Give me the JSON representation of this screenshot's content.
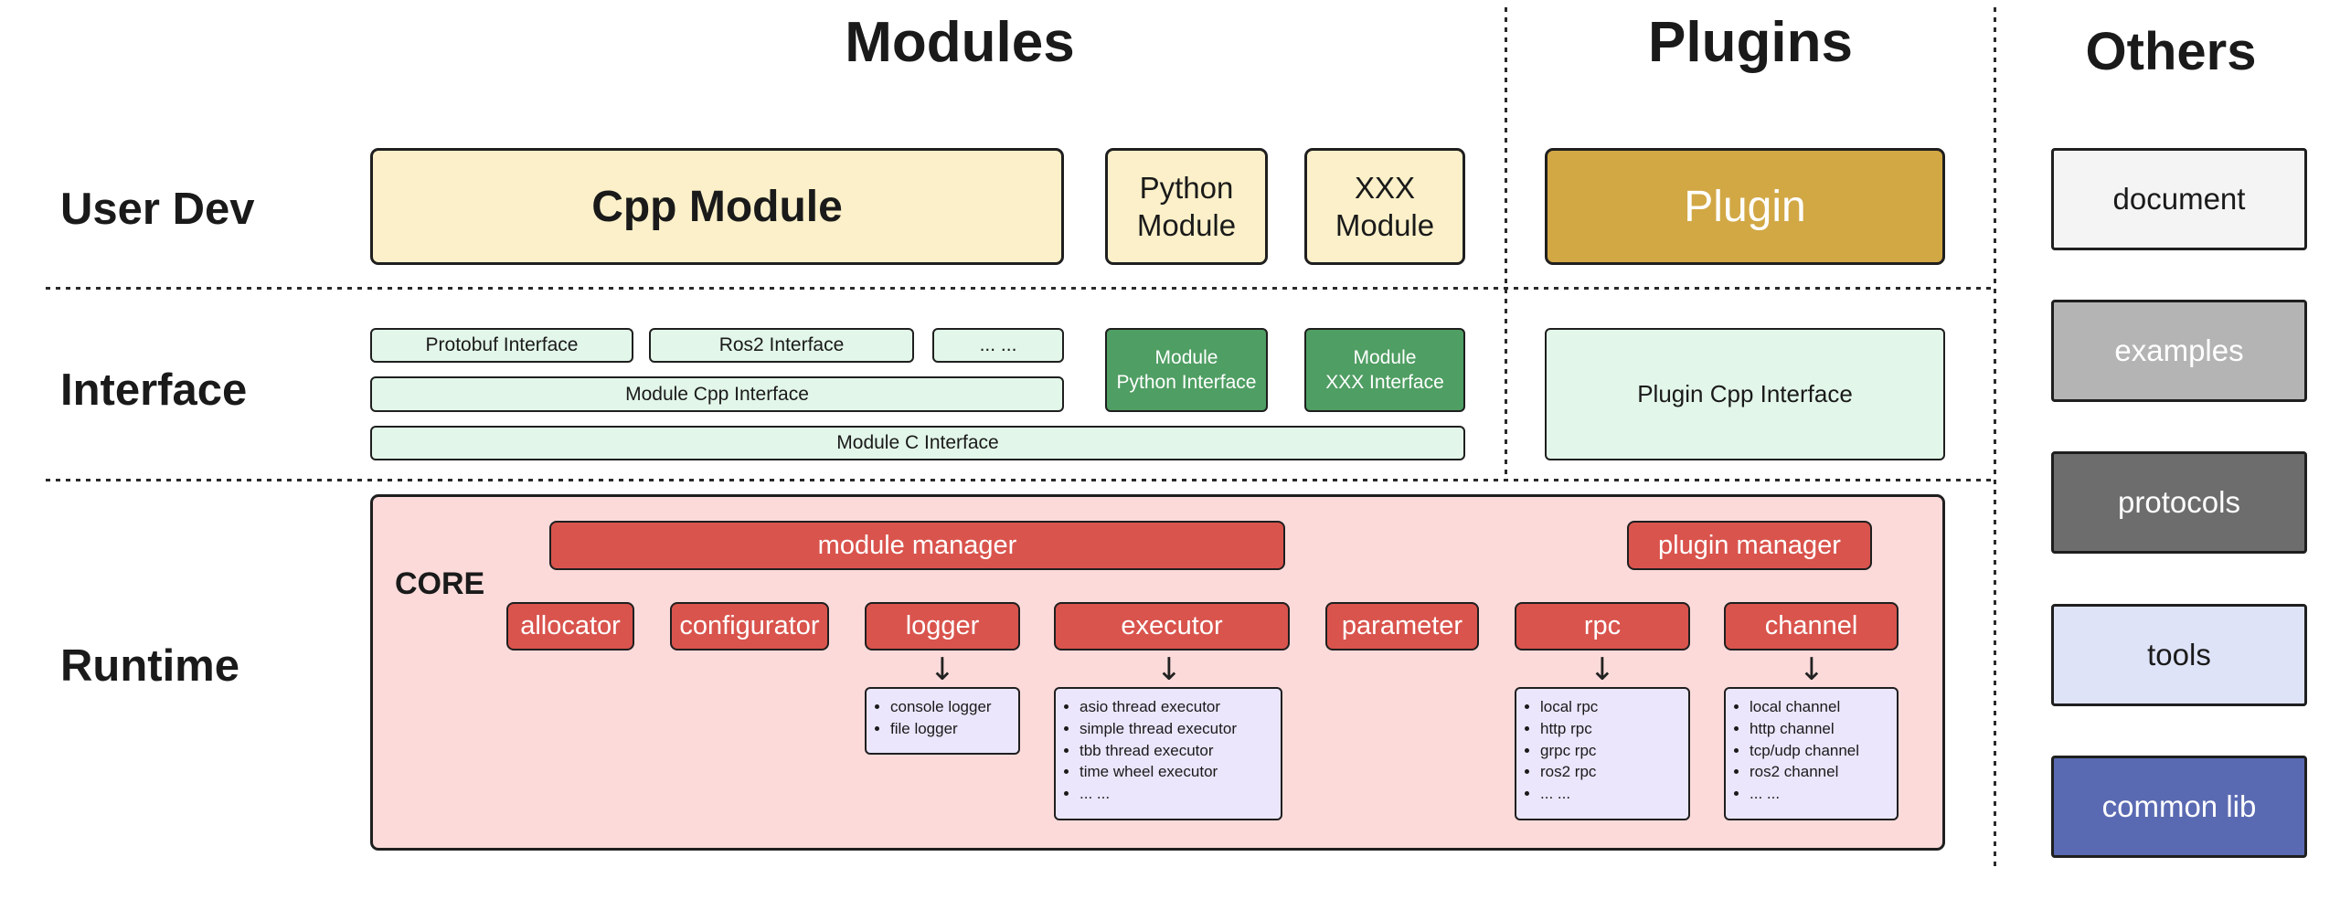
{
  "headers": {
    "modules": "Modules",
    "plugins": "Plugins",
    "others": "Others"
  },
  "rows": {
    "user_dev": "User Dev",
    "interface": "Interface",
    "runtime": "Runtime"
  },
  "modules": {
    "cpp": "Cpp Module",
    "python": "Python\nModule",
    "xxx": "XXX\nModule"
  },
  "plugins": {
    "plugin": "Plugin"
  },
  "interface": {
    "protobuf": "Protobuf Interface",
    "ros2": "Ros2 Interface",
    "dots": "... ...",
    "module_cpp": "Module Cpp Interface",
    "module_c": "Module C Interface",
    "module_python": "Module\nPython Interface",
    "module_xxx": "Module\nXXX Interface",
    "plugin_cpp": "Plugin Cpp Interface"
  },
  "runtime": {
    "core_label": "CORE",
    "module_manager": "module manager",
    "plugin_manager": "plugin manager",
    "components": [
      "allocator",
      "configurator",
      "logger",
      "executor",
      "parameter",
      "rpc",
      "channel"
    ],
    "logger_items": [
      "console logger",
      "file logger"
    ],
    "executor_items": [
      "asio thread executor",
      "simple thread executor",
      "tbb thread executor",
      "time wheel executor",
      "... ..."
    ],
    "rpc_items": [
      "local rpc",
      "http rpc",
      "grpc rpc",
      "ros2 rpc",
      "... ..."
    ],
    "channel_items": [
      "local channel",
      "http channel",
      "tcp/udp channel",
      "ros2 channel",
      "... ..."
    ]
  },
  "others": {
    "items": [
      {
        "label": "document",
        "bg": "#f4f4f4",
        "fg": "#1a1a1a"
      },
      {
        "label": "examples",
        "bg": "#b4b4b4",
        "fg": "#ffffff"
      },
      {
        "label": "protocols",
        "bg": "#6d6d6d",
        "fg": "#ffffff"
      },
      {
        "label": "tools",
        "bg": "#dee3f8",
        "fg": "#1a1a1a"
      },
      {
        "label": "common lib",
        "bg": "#5a6ab2",
        "fg": "#ffffff"
      }
    ]
  },
  "icons": {
    "down_arrow": "↓"
  },
  "colors": {
    "module_box": "#fbf0c9",
    "plugin_box": "#d2a845",
    "interface_light": "#e2f6e9",
    "interface_dark": "#4f9e63",
    "core_bg": "#fcdada",
    "component_red": "#d9544d",
    "detail_bg": "#ebe6fc",
    "border": "#1f1f1f"
  }
}
